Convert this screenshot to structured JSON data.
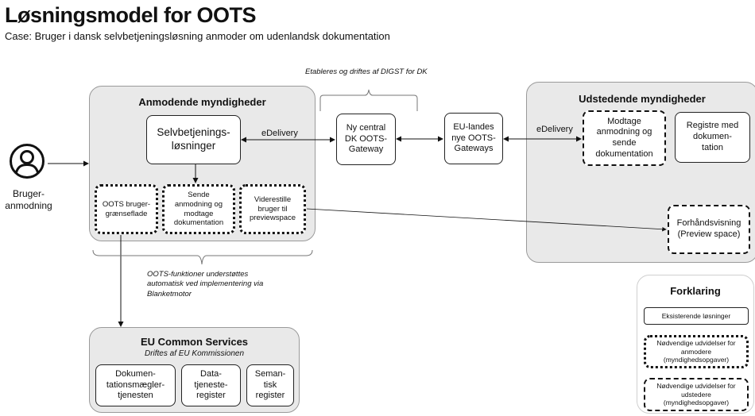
{
  "title": "Løsningsmodel for OOTS",
  "subtitle": "Case: Bruger i dansk selvbetjeningsløsning anmoder om udenlandsk dokumentation",
  "user": {
    "label": "Bruger-\nanmodning",
    "icon": "user-circle-icon"
  },
  "requesting": {
    "title": "Anmodende myndigheder",
    "selfservice": "Selvbetjenings-\nløsninger",
    "oots_ui": "OOTS bruger-\ngrænseflade",
    "send_receive": "Sende\nanmodning og\nmodtage\ndokumentation",
    "redirect": "Viderestille\nbruger til\npreviewspace"
  },
  "brace_top_note": "Etableres og driftes af DIGST for DK",
  "dk_gateway": "Ny central\nDK OOTS-\nGateway",
  "eu_gateways": "EU-landes\nnye OOTS-\nGateways",
  "edelivery_left": "eDelivery",
  "edelivery_right": "eDelivery",
  "issuing": {
    "title": "Udstedende myndigheder",
    "receive_send": "Modtage\nanmodning og\nsende\ndokumentation",
    "registers": "Registre med\ndokumen-\ntation",
    "preview": "Forhåndsvisning\n(Preview space)"
  },
  "brace_bottom_note": "OOTS-funktioner understøttes\nautomatisk ved implementering via\nBlanketmotor",
  "eu_common": {
    "title": "EU Common Services",
    "subtitle": "Driftes af EU Kommissionen",
    "broker": "Dokumen-\ntationsmægler-\ntjenesten",
    "data_register": "Data-\ntjeneste-\nregister",
    "semantic_register": "Seman-\ntisk\nregister"
  },
  "legend": {
    "title": "Forklaring",
    "existing": "Eksisterende løsninger",
    "needed_requesting": "Nødvendige udvidelser for\nanmodere\n(myndighedsopgaver)",
    "needed_issuing": "Nødvendige udvidelser  for\nudstedere\n(myndighedsopgaver)"
  }
}
